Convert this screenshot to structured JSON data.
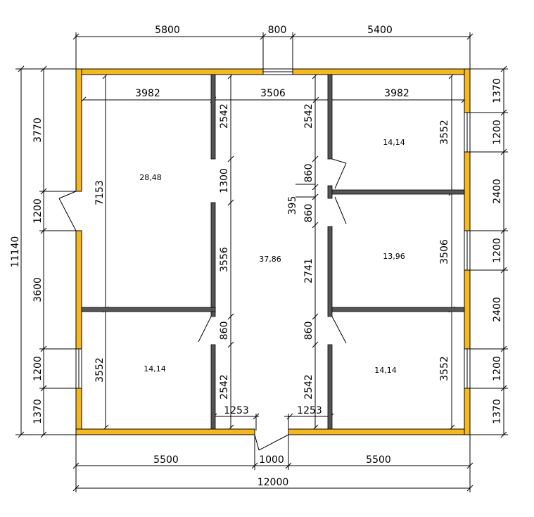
{
  "plan": {
    "colors": {
      "outer_wall": "#f5b820",
      "inner_wall": "#555555",
      "line": "#000000"
    },
    "rooms": [
      "28,48",
      "37,86",
      "14,14",
      "13,96",
      "14,14",
      "14,14"
    ],
    "dims": {
      "top": [
        "5800",
        "800",
        "5400"
      ],
      "inner_top": [
        "3982",
        "3506",
        "3982"
      ],
      "bottom": [
        "5500",
        "1000",
        "5500"
      ],
      "total_width": "12000",
      "door_left": "1253",
      "door_right": "1253",
      "left_outer": [
        "3770",
        "1200",
        "3600",
        "1200",
        "1370"
      ],
      "total_height": "11140",
      "left_inner": [
        "7153",
        "3552"
      ],
      "mid_left": [
        "2542",
        "1300",
        "3556",
        "860",
        "2542"
      ],
      "mid_right": [
        "2542",
        "860",
        "395",
        "860",
        "2741",
        "860",
        "2542"
      ],
      "right_inner": [
        "3552",
        "3506",
        "3552"
      ],
      "right_outer": [
        "1370",
        "1200",
        "2400",
        "1200",
        "2400",
        "1200",
        "1370"
      ]
    }
  }
}
